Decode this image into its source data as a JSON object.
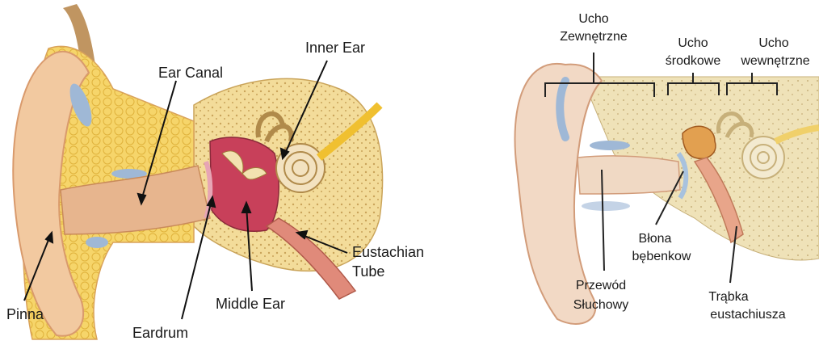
{
  "left_diagram": {
    "labels": {
      "ear_canal": "Ear Canal",
      "inner_ear": "Inner Ear",
      "eustachian_tube_1": "Eustachian",
      "eustachian_tube_2": "Tube",
      "middle_ear": "Middle Ear",
      "pinna": "Pinna",
      "eardrum": "Eardrum"
    }
  },
  "right_diagram": {
    "labels": {
      "outer_ear_1": "Ucho",
      "outer_ear_2": "Zewnętrzne",
      "middle_ear_1": "Ucho",
      "middle_ear_2": "środkowe",
      "inner_ear_1": "Ucho",
      "inner_ear_2": "wewnętrzne",
      "eardrum_1": "Błona",
      "eardrum_2": "bębenkow",
      "ear_canal_1": "Przewód",
      "ear_canal_2": "Słuchowy",
      "eustachian_1": "Trąbka",
      "eustachian_2": "eustachiusza"
    }
  },
  "colors": {
    "skin": "#f2c9a0",
    "skin_dark": "#d99a6c",
    "bone": "#f3dc9a",
    "fat": "#f6d25a",
    "cartilage": "#9fb8d6",
    "middle_ear_red": "#c8405a",
    "canal": "#e7b58e",
    "leader_line": "#111111"
  }
}
